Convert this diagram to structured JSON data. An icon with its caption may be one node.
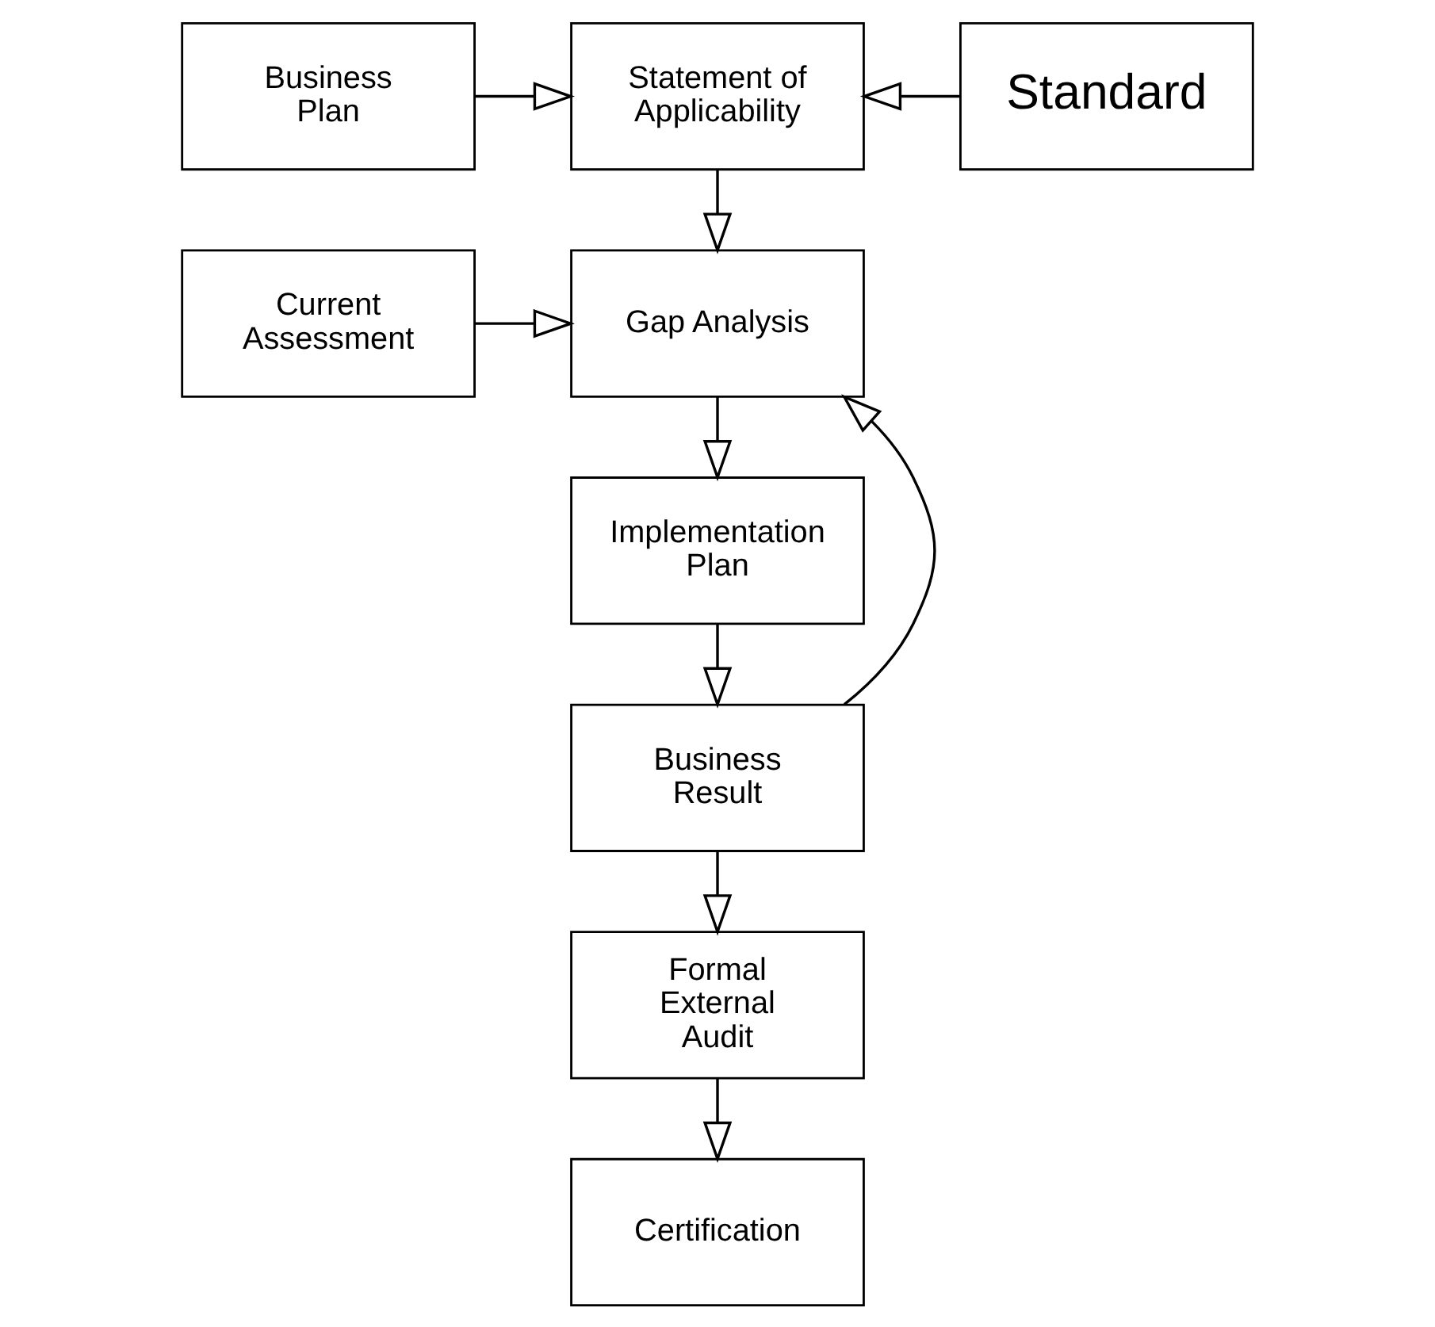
{
  "diagram": {
    "nodes": [
      {
        "text": [
          "Business Plan"
        ]
      },
      {
        "text": [
          "Statement of Applicability"
        ]
      },
      {
        "text": [
          "Standard"
        ]
      },
      {
        "text": [
          "Current Assessment"
        ]
      },
      {
        "text": [
          "Gap Analysis"
        ]
      },
      {
        "text": [
          "Implementation Plan"
        ]
      },
      {
        "text": [
          "Business Result"
        ]
      },
      {
        "text": [
          "Formal External Audit"
        ]
      },
      {
        "text": [
          "Certification"
        ]
      }
    ],
    "edges": [
      {
        "from": 0,
        "to": 1,
        "arrow": "to"
      },
      {
        "from": 2,
        "to": 1,
        "arrow": "to"
      },
      {
        "from": 1,
        "to": 4,
        "arrow": "to"
      },
      {
        "from": 3,
        "to": 4,
        "arrow": "to"
      },
      {
        "from": 4,
        "to": 5,
        "arrow": "to"
      },
      {
        "from": 5,
        "to": 6,
        "arrow": "to"
      },
      {
        "from": 6,
        "to": 4,
        "arrow": "to"
      },
      {
        "from": 6,
        "to": 7,
        "arrow": "to"
      },
      {
        "from": 7,
        "to": 8,
        "arrow": "to"
      }
    ]
  }
}
